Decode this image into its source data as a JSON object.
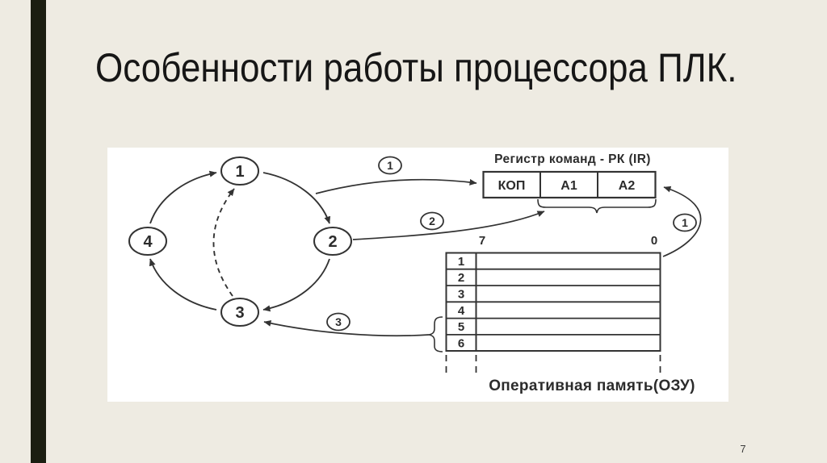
{
  "slide": {
    "title": "Особенности работы процессора ПЛК.",
    "page_number": "7"
  },
  "diagram": {
    "cycle_nodes": [
      "1",
      "2",
      "3",
      "4"
    ],
    "steps": {
      "step1": "1",
      "step2": "2",
      "step3": "3"
    },
    "register": {
      "title": "Регистр команд - РК (IR)",
      "cells": [
        "КОП",
        "А1",
        "А2"
      ]
    },
    "memory": {
      "bit_high": "7",
      "bit_low": "0",
      "rows": [
        "1",
        "2",
        "3",
        "4",
        "5",
        "6"
      ],
      "label": "Оперативная память(ОЗУ)"
    }
  },
  "colors": {
    "background": "#eeebe2",
    "side_bar": "#1b1e11",
    "panel": "#ffffff",
    "line": "#333333",
    "title_text": "#161616"
  }
}
